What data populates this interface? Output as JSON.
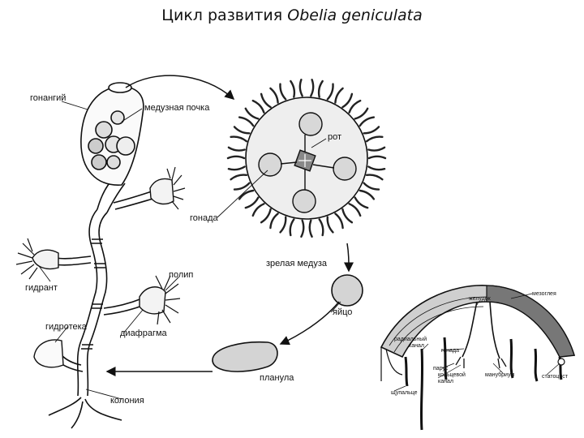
{
  "title": {
    "main": "Цикл развития ",
    "species": "Obelia geniculata"
  },
  "labels": {
    "gonangiy": "гонангий",
    "medusa_bud": "медузная почка",
    "rot": "рот",
    "gonada": "гонада",
    "mature_medusa": "зрелая медуза",
    "gidrant": "гидрант",
    "polip": "полип",
    "egg": "яйцо",
    "gidroteka": "гидротека",
    "diafragma": "диафрагма",
    "planula": "планула",
    "koloniya": "колония"
  },
  "medusa_section_labels": {
    "mezogleya": "мезоглея",
    "zheludok": "желудок",
    "radialny_1": "радиальный",
    "radialny_2": "канал",
    "gonada": "гонада",
    "parus": "парус",
    "kolcevoy_1": "кольцевой",
    "kolcevoy_2": "канал",
    "manubrium": "манубриум",
    "statocist": "статоцист",
    "shchupalce": "щупальце"
  }
}
